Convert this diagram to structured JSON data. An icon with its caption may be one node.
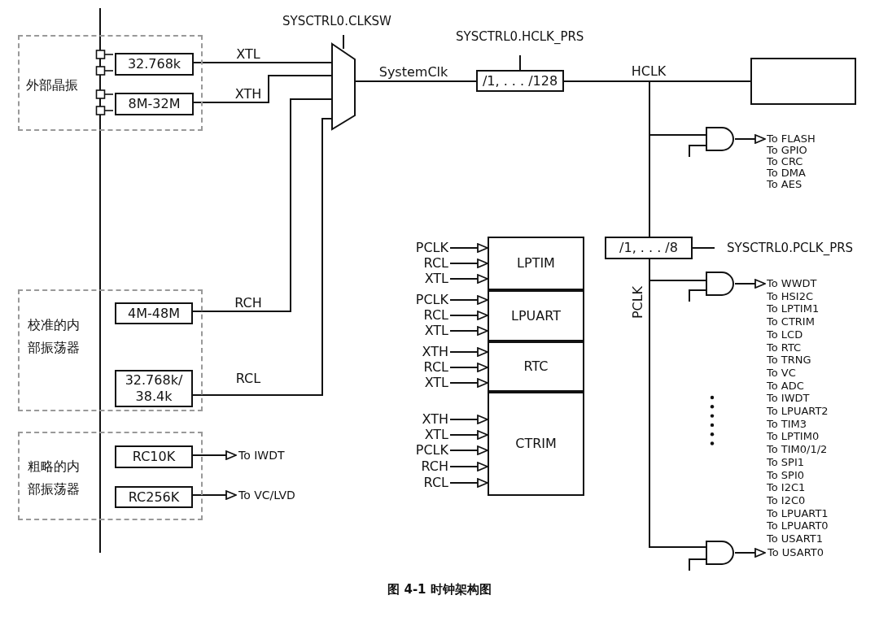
{
  "diagram": {
    "caption": "图 4-1 时钟架构图",
    "nodes": [
      {
        "text": [
          "外部晶振"
        ]
      },
      {
        "text": [
          "32.768k"
        ],
        "in": 0
      },
      {
        "text": [
          "8M-32M"
        ],
        "in": 0
      },
      {
        "text": [
          "校准的内部振荡器"
        ]
      },
      {
        "text": [
          "4M-48M"
        ],
        "in": 3
      },
      {
        "text": [
          "32.768k/ 38.4k"
        ],
        "in": 3
      },
      {
        "text": [
          "粗略的内部振荡器"
        ]
      },
      {
        "text": [
          "RC10K"
        ],
        "in": 6
      },
      {
        "text": [
          "RC256K"
        ],
        "in": 6
      },
      {
        "text": [
          "To IWDT"
        ]
      },
      {
        "text": [
          "To VC/LVD"
        ]
      },
      {
        "text": [],
        "shape": "trapezoid",
        "beside": [
          "SYSCTRL0.CLKSW"
        ]
      },
      {
        "text": [
          "/1, . . . /128"
        ],
        "beside": [
          "SYSCTRL0.HCLK_PRS"
        ]
      },
      {
        "text": [],
        "shape": "box"
      },
      {
        "text": [],
        "shape": "gate"
      },
      {
        "text": [
          "To FLASH",
          "To GPIO",
          "To CRC",
          "To DMA",
          "To AES"
        ]
      },
      {
        "text": [
          "/1, . . . /8"
        ]
      },
      {
        "text": [],
        "shape": "gate"
      },
      {
        "text": [
          "To WWDT",
          "To HSI2C",
          "To LPTIM1",
          "To CTRIM",
          "To LCD",
          "To RTC",
          "To TRNG",
          "To VC",
          "To ADC",
          "To IWDT",
          "To LPUART2",
          "To TIM3",
          "To LPTIM0",
          "To TIM0/1/2",
          "To SPI1",
          "To SPI0",
          "To I2C1",
          "To I2C0",
          "To LPUART1",
          "To LPUART0",
          "To USART1"
        ]
      },
      {
        "text": [],
        "shape": "gate"
      },
      {
        "text": [
          "To USART0"
        ]
      },
      {
        "text": [
          "LPTIM"
        ]
      },
      {
        "text": [
          "LPUART"
        ]
      },
      {
        "text": [
          "RTC"
        ]
      },
      {
        "text": [
          "CTRIM"
        ]
      },
      {
        "text": [
          "PCLK"
        ]
      },
      {
        "text": [
          "RCL"
        ]
      },
      {
        "text": [
          "XTL"
        ]
      },
      {
        "text": [
          "PCLK"
        ]
      },
      {
        "text": [
          "RCL"
        ]
      },
      {
        "text": [
          "XTL"
        ]
      },
      {
        "text": [
          "XTH"
        ]
      },
      {
        "text": [
          "RCL"
        ]
      },
      {
        "text": [
          "XTL"
        ]
      },
      {
        "text": [
          "XTH"
        ]
      },
      {
        "text": [
          "XTL"
        ]
      },
      {
        "text": [
          "PCLK"
        ]
      },
      {
        "text": [
          "RCH"
        ]
      },
      {
        "text": [
          "RCL"
        ]
      }
    ],
    "edges": [
      {
        "from": 1,
        "to": 11,
        "arrow": "none",
        "label": "XTL"
      },
      {
        "from": 2,
        "to": 11,
        "arrow": "none",
        "label": "XTH"
      },
      {
        "from": 4,
        "to": 11,
        "arrow": "none",
        "label": "RCH"
      },
      {
        "from": 5,
        "to": 11,
        "arrow": "none",
        "label": "RCL"
      },
      {
        "from": 11,
        "to": 12,
        "arrow": "none",
        "label": "SystemClk"
      },
      {
        "from": 12,
        "to": 13,
        "arrow": "none",
        "label": "HCLK"
      },
      {
        "from": 12,
        "to": 14,
        "arrow": "none"
      },
      {
        "from": 12,
        "to": 16,
        "arrow": "none"
      },
      {
        "from": 14,
        "to": 15,
        "arrow": "to"
      },
      {
        "from": 16,
        "to": 17,
        "arrow": "none"
      },
      {
        "from": 16,
        "to": 19,
        "arrow": "none",
        "label": "PCLK"
      },
      {
        "from": 17,
        "to": 18,
        "arrow": "to"
      },
      {
        "from": 19,
        "to": 20,
        "arrow": "to"
      },
      {
        "from": 7,
        "to": 9,
        "arrow": "to"
      },
      {
        "from": 8,
        "to": 10,
        "arrow": "to"
      },
      {
        "from": 25,
        "to": 21,
        "arrow": "to"
      },
      {
        "from": 26,
        "to": 21,
        "arrow": "to"
      },
      {
        "from": 27,
        "to": 21,
        "arrow": "to"
      },
      {
        "from": 28,
        "to": 22,
        "arrow": "to"
      },
      {
        "from": 29,
        "to": 22,
        "arrow": "to"
      },
      {
        "from": 30,
        "to": 22,
        "arrow": "to"
      },
      {
        "from": 31,
        "to": 23,
        "arrow": "to"
      },
      {
        "from": 32,
        "to": 23,
        "arrow": "to"
      },
      {
        "from": 33,
        "to": 23,
        "arrow": "to"
      },
      {
        "from": 34,
        "to": 24,
        "arrow": "to"
      },
      {
        "from": 35,
        "to": 24,
        "arrow": "to"
      },
      {
        "from": 36,
        "to": 24,
        "arrow": "to"
      },
      {
        "from": 37,
        "to": 24,
        "arrow": "to"
      },
      {
        "from": 38,
        "to": 24,
        "arrow": "to"
      }
    ],
    "labels": [
      "SYSCTRL0.PCLK_PRS"
    ]
  }
}
